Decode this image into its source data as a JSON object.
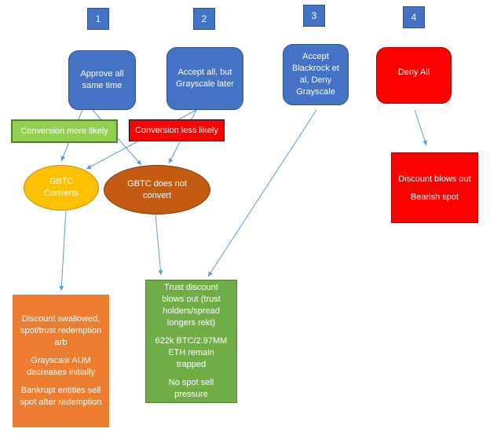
{
  "numbers": [
    "1",
    "2",
    "3",
    "4"
  ],
  "scenarios": {
    "s1": "Approve all same time",
    "s2": "Accept all, but Grayscale later",
    "s3": "Accept Blackrock et al, Deny Grayscale",
    "s4": "Deny All"
  },
  "labels": {
    "more_likely": "Conversion more  likely",
    "less_likely": "Conversion less likely"
  },
  "nodes": {
    "gbtc_converts": "GBTC Converts",
    "gbtc_not_convert": "GBTC does not convert"
  },
  "outcomes": {
    "orange": [
      "Discount swallowed, spot/trust redemption arb",
      "Grayscale AUM decreases initially",
      "Bankrupt entities sell spot after redemption"
    ],
    "green": [
      "Trust discount blows out (trust holders/spread longers rekt)",
      "622k BTC/2.97MM ETH remain trapped",
      "No spot sell pressure"
    ],
    "red": [
      "Discount blows out",
      "Bearish spot"
    ]
  },
  "colors": {
    "blue": "#4472c4",
    "red": "#ff0000",
    "green_label": "#92d050",
    "gold": "#ffc000",
    "rust": "#c55a11",
    "orange": "#ed7d31",
    "green_box": "#70ad47",
    "arrow": "#5b9bd5"
  }
}
